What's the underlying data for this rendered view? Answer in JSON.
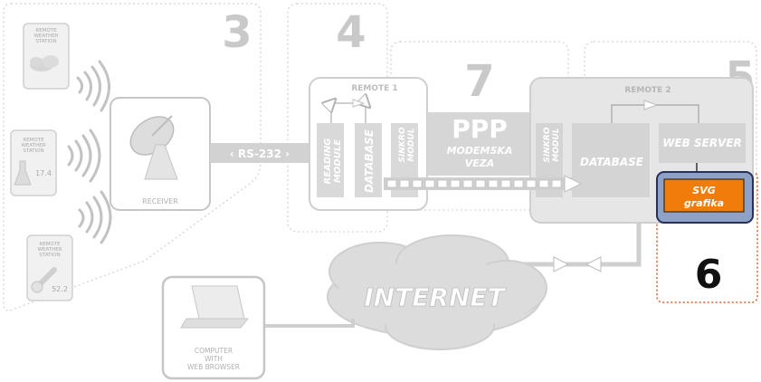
{
  "sections": {
    "s3": "3",
    "s4": "4",
    "s5": "5",
    "s6": "6",
    "s7": "7"
  },
  "stations": [
    {
      "line1": "REMOTE",
      "line2": "WEATHER",
      "line3": "STATION",
      "reading": ""
    },
    {
      "line1": "REMOTE",
      "line2": "WEATHER",
      "line3": "STATION",
      "reading": "17.4"
    },
    {
      "line1": "REMOTE",
      "line2": "WEATHER",
      "line3": "STATION",
      "reading": "52.2"
    }
  ],
  "receiver": {
    "label": "RECEIVER"
  },
  "link": {
    "label": "‹ RS-232 ›"
  },
  "remote1": {
    "title": "REMOTE 1",
    "reading_module_1": "READING",
    "reading_module_2": "MODULE",
    "database": "DATABASE",
    "sinkro_1": "SINKRO",
    "sinkro_2": "MODUL"
  },
  "ppp": {
    "title": "PPP",
    "line1": "MODEMSKA",
    "line2": "VEZA"
  },
  "remote2": {
    "title": "REMOTE 2",
    "sinkro_1": "SINKRO",
    "sinkro_2": "MODUL",
    "database": "DATABASE",
    "web_server": "WEB SERVER"
  },
  "svg_box": {
    "line1": "SVG",
    "line2": "grafika"
  },
  "internet": {
    "label": "INTERNET"
  },
  "computer": {
    "line1": "COMPUTER",
    "line2": "WITH",
    "line3": "WEB BROWSER"
  },
  "colors": {
    "faint": "#c8c8c8",
    "mid": "#b4b4b4",
    "dark": "#9a9a9a",
    "orange": "#f07d0a",
    "blue": "#8ea2c8",
    "navy": "#27305a",
    "dot_red": "#e0602a"
  }
}
